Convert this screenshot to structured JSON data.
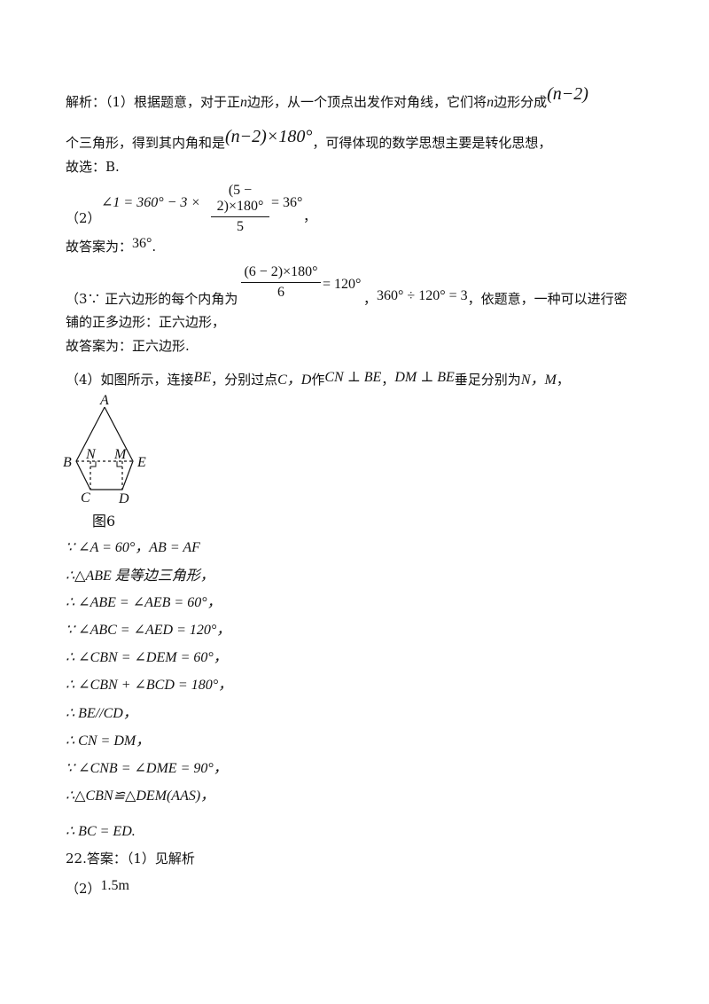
{
  "lines": {
    "l1_a": "解析：（1）根据题意，对于正",
    "l1_n": "n",
    "l1_b": "边形，从一个顶点出发作对角线，它们将",
    "l1_n2": "n",
    "l1_c": "边形分成",
    "l1_expr": "(n−2)",
    "l2_a": "个三角形，得到其内角和是",
    "l2_expr": "(n−2)×180°",
    "l2_b": "，可得体现的数学思想主要是转化思想，",
    "l3": "故选：B.",
    "l4_label": "（2）",
    "l4_lhs": "∠1 = 360° − 3 ×",
    "l4_num": "(5 − 2)×180°",
    "l4_den": "5",
    "l4_rhs": "= 36°",
    "l4_tail": "，",
    "l5_a": "故答案为：",
    "l5_val": "36°",
    "l5_b": ".",
    "l6_a": "（3∵ 正六边形的每个内角为",
    "l6_num": "(6 − 2)×180°",
    "l6_den": "6",
    "l6_rhs": "= 120°",
    "l6_b": "，",
    "l6_expr": "360° ÷ 120° = 3",
    "l6_c": "，依题意，一种可以进行密",
    "l7": "铺的正多边形：正六边形，",
    "l8": "故答案为：正六边形.",
    "l9_a": "（4）如图所示，连接",
    "l9_be": "BE",
    "l9_b": "，分别过点",
    "l9_cd": "C，D",
    "l9_c": "作",
    "l9_e1": "CN ⊥ BE",
    "l9_d": "，",
    "l9_e2": "DM ⊥ BE",
    "l9_e": "垂足分别为",
    "l9_nm": "N，M",
    "l9_f": "，"
  },
  "figure": {
    "labels": {
      "A": "A",
      "B": "B",
      "E": "E",
      "N": "N",
      "M": "M",
      "C": "C",
      "D": "D"
    },
    "caption": "图6"
  },
  "proof": [
    "∵ ∠A = 60°，AB = AF",
    "∴△ABE 是等边三角形，",
    "∴ ∠ABE = ∠AEB = 60°，",
    "∵ ∠ABC = ∠AED = 120°，",
    "∴ ∠CBN = ∠DEM = 60°，",
    "∴ ∠CBN + ∠BCD = 180°，",
    "∴ BE//CD，",
    "∴ CN = DM，",
    "∵ ∠CNB = ∠DME = 90°，",
    "∴△CBN≌△DEM(AAS)，",
    "∴ BC = ED."
  ],
  "answer22": {
    "title": "22.答案：（1）见解析",
    "part2_label": "（2）",
    "part2_value": "1.5m"
  }
}
